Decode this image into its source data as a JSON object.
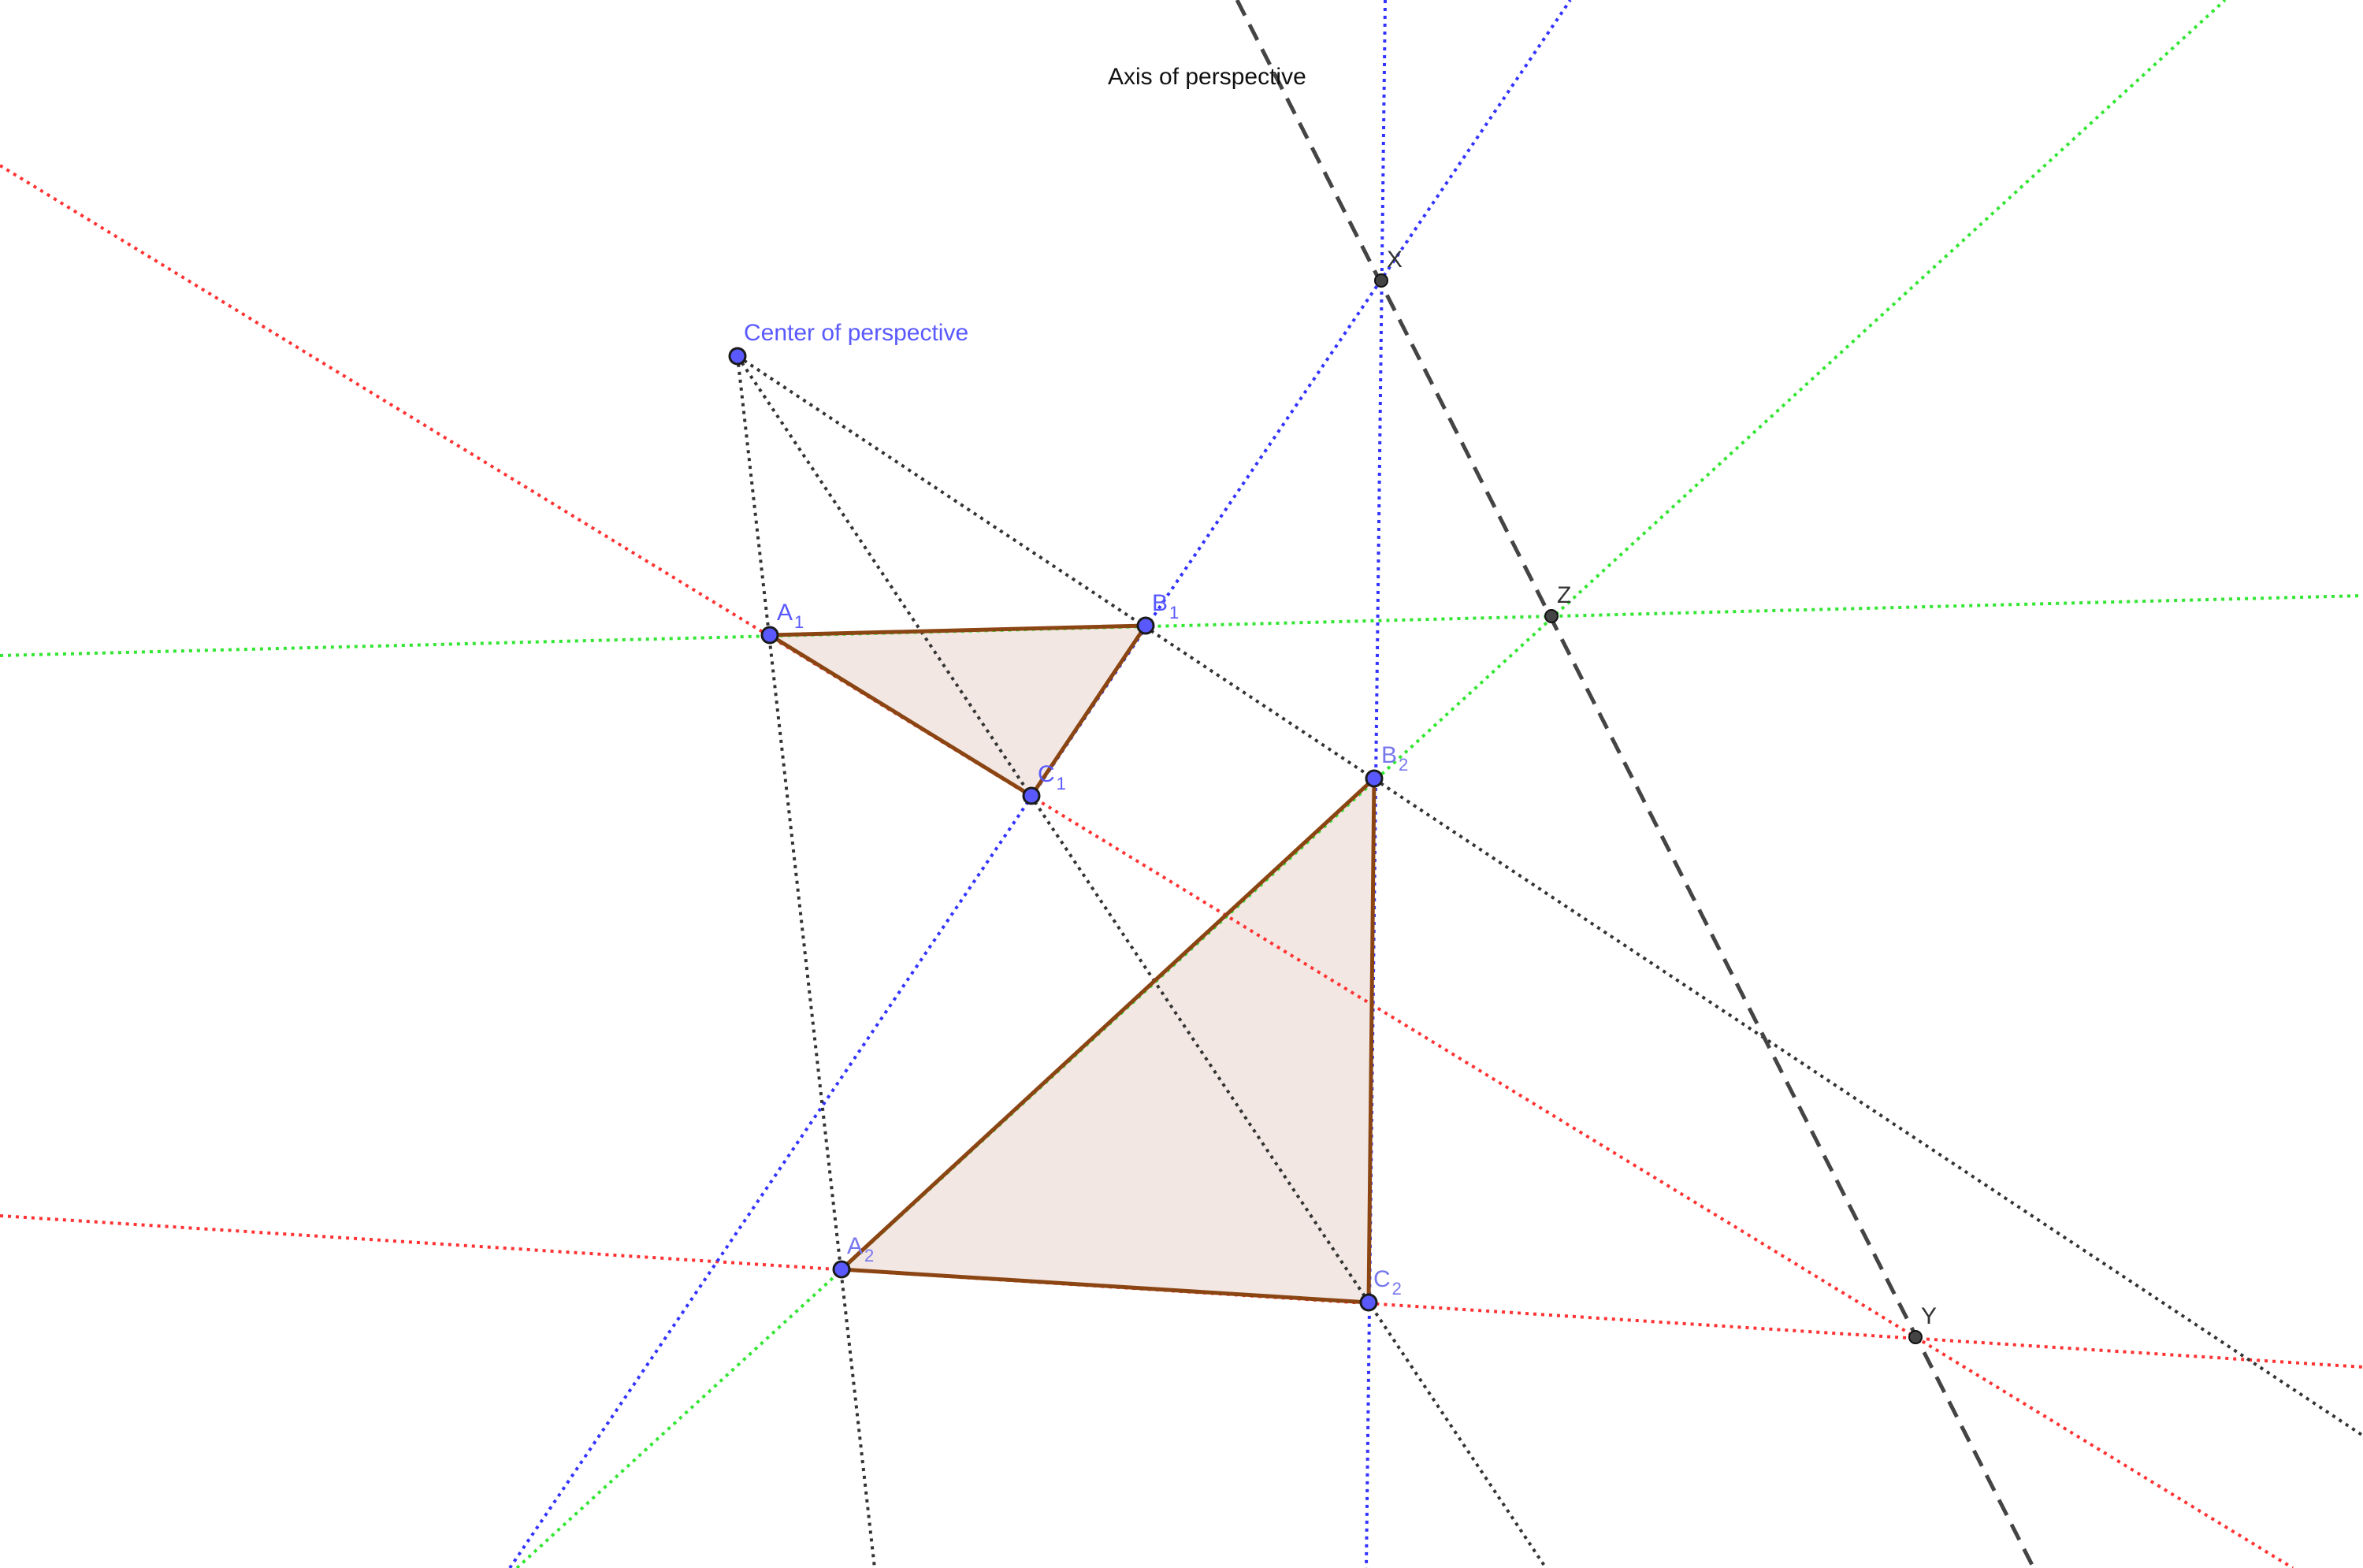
{
  "labels": {
    "axis": "Axis of perspective",
    "center": "Center of perspective",
    "A1": {
      "main": "A",
      "sub": "1"
    },
    "B1": {
      "main": "B",
      "sub": "1"
    },
    "C1": {
      "main": "C",
      "sub": "1"
    },
    "A2": {
      "main": "A",
      "sub": "2"
    },
    "B2": {
      "main": "B",
      "sub": "2"
    },
    "C2": {
      "main": "C",
      "sub": "2"
    },
    "X": "X",
    "Y": "Y",
    "Z": "Z"
  },
  "colors": {
    "red": "#ff3333",
    "green": "#33e633",
    "blue": "#3333ff",
    "dark": "#333333",
    "axis": "#444444",
    "point_fill": "#5959ff",
    "intersection_fill": "#444444",
    "triangle_fill": "#e8d3cc",
    "triangle_edge": "#8b4513",
    "label_blue": "#5959ff",
    "label_light": "#7777ee"
  }
}
